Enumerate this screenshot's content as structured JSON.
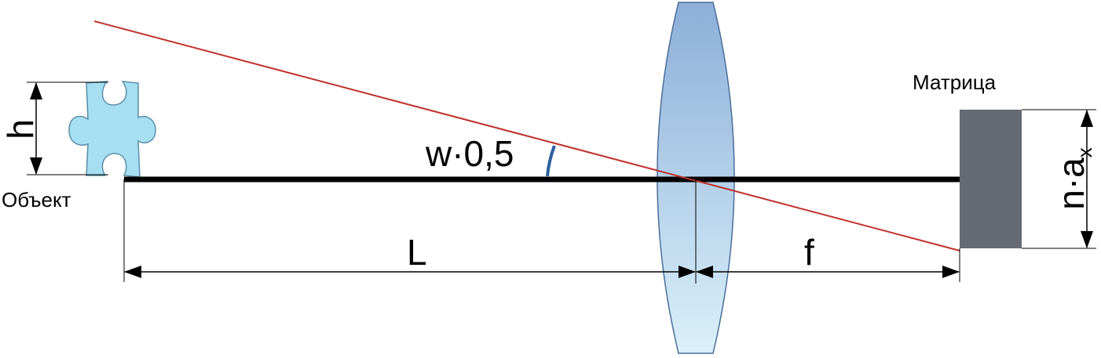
{
  "labels": {
    "object": "Объект",
    "matrix": "Матрица",
    "height": "h",
    "half_angle": "w·0,5",
    "distance": "L",
    "focal": "f",
    "sensor_size_base": "n·a",
    "sensor_size_sub": "x"
  },
  "colors": {
    "ray": "#c0302a",
    "axis": "#000000",
    "lens_top": "#86aad6",
    "lens_bottom": "#d8f0fa",
    "lens_stroke": "#4a6e9a",
    "sensor": "#646b73",
    "object": "#a6def2",
    "object_stroke": "#5a8fa8",
    "angle_arc": "#2c5f9e"
  }
}
